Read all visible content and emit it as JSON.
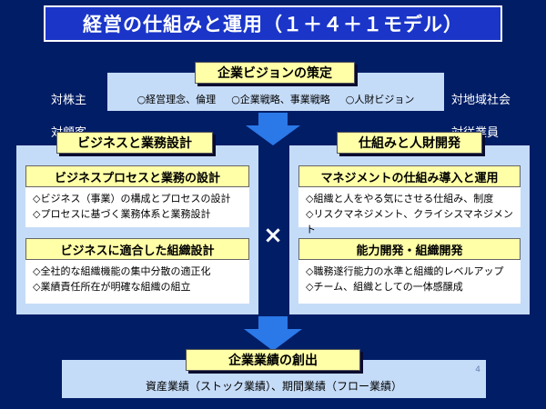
{
  "title": "経営の仕組みと運用（１＋４＋１モデル）",
  "left_labels": [
    "対株主",
    "対顧客"
  ],
  "right_labels": [
    "対地域社会",
    "対従業員"
  ],
  "top_box": {
    "label": "企業ビジョンの策定",
    "items": [
      "○経営理念、倫理",
      "○企業戦略、事業戦略",
      "○人財ビジョン"
    ]
  },
  "left_panel": {
    "label": "ビジネスと業務設計",
    "boxes": [
      {
        "head": "ビジネスプロセスと業務の設計",
        "lines": [
          "◇ビジネス（事業）の構成とプロセスの設計",
          "◇プロセスに基づく業務体系と業務設計"
        ]
      },
      {
        "head": "ビジネスに適合した組織設計",
        "lines": [
          "◇全社的な組織機能の集中分散の適正化",
          "◇業績責任所在が明確な組織の組立"
        ]
      }
    ]
  },
  "operator": "×",
  "right_panel": {
    "label": "仕組みと人財開発",
    "boxes": [
      {
        "head": "マネジメントの仕組み導入と運用",
        "lines": [
          "◇組織と人をやる気にさせる仕組み、制度",
          "◇リスクマネジメント、クライシスマネジメント"
        ]
      },
      {
        "head": "能力開発・組織開発",
        "lines": [
          "◇職務遂行能力の水準と組織的レベルアップ",
          "◇チーム、組織としての一体感醸成"
        ]
      }
    ]
  },
  "bottom_box": {
    "label": "企業業績の創出",
    "text": "資産業績（ストック業績）、期間業績（フロー業績）"
  },
  "page_number": "4",
  "colors": {
    "background": "#001d66",
    "title_bar": "#1a35c8",
    "panel": "#c5dcf8",
    "label_yellow": "#ffffa8",
    "arrow": "#2b78e8"
  }
}
